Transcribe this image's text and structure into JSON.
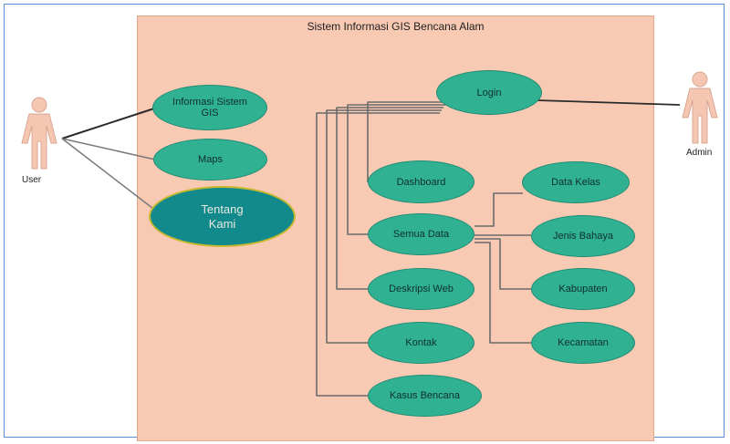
{
  "diagram": {
    "title": "Sistem Informasi GIS Bencana Alam",
    "actors": {
      "user": "User",
      "admin": "Admin"
    },
    "use_cases": {
      "informasi_sistem_gis": "Informasi Sistem GIS",
      "maps": "Maps",
      "tentang_kami": "Tentang Kami",
      "login": "Login",
      "dashboard": "Dashboard",
      "semua_data": "Semua Data",
      "deskripsi_web": "Deskripsi Web",
      "kontak": "Kontak",
      "kasus_bencana": "Kasus Bencana",
      "data_kelas": "Data Kelas",
      "jenis_bahaya": "Jenis Bahaya",
      "kabupaten": "Kabupaten",
      "kecamatan": "Kecamatan"
    }
  },
  "colors": {
    "boundary_fill": "#f8c9b3",
    "use_case_fill": "#2fb192",
    "highlight_use_case_fill": "#128a8c",
    "highlight_border": "#c8b830",
    "actor_fill": "#f5c6b2",
    "frame_border": "#5b8fd6"
  }
}
